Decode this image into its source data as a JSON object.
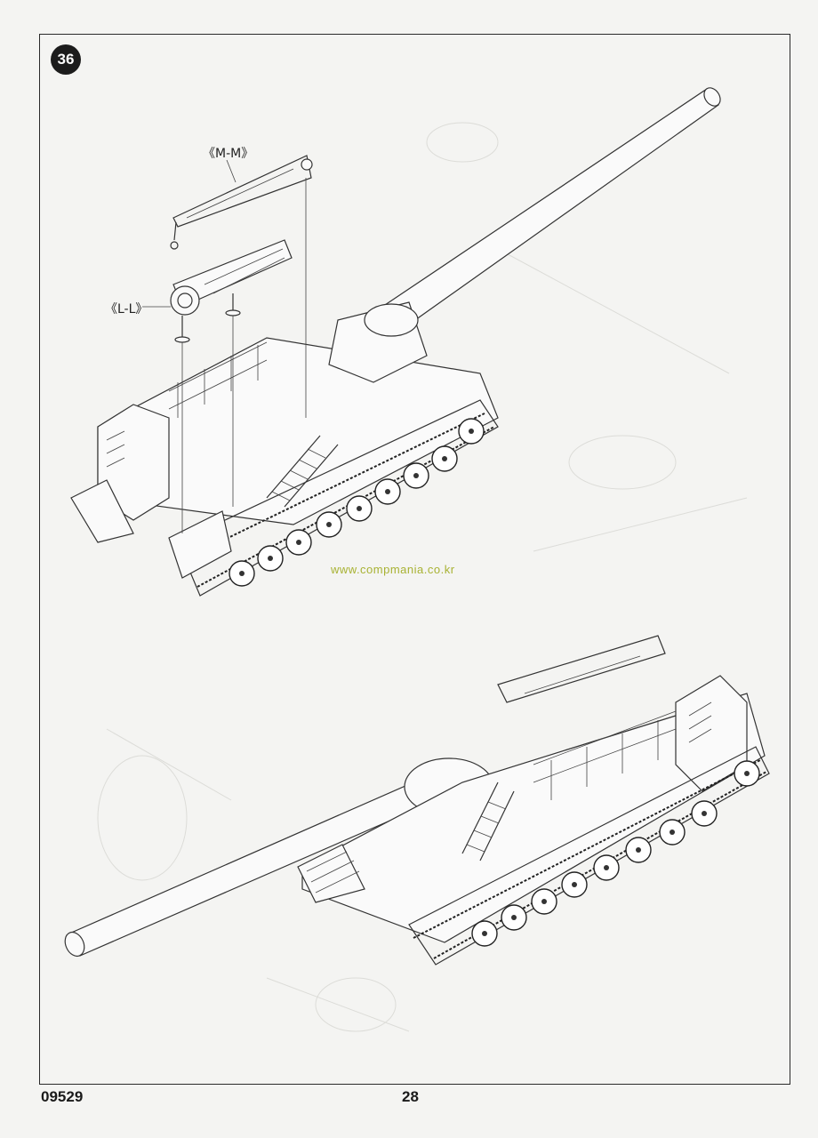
{
  "step": {
    "number": "36"
  },
  "callouts": {
    "mm": "《M-M》",
    "ll": "《L-L》"
  },
  "watermark": "www.compmania.co.kr",
  "footer": {
    "kit_code": "09529",
    "page_number": "28"
  },
  "colors": {
    "watermark": "#a8b233",
    "badge": "#1c1c1c",
    "frame": "#2a2a2a"
  }
}
